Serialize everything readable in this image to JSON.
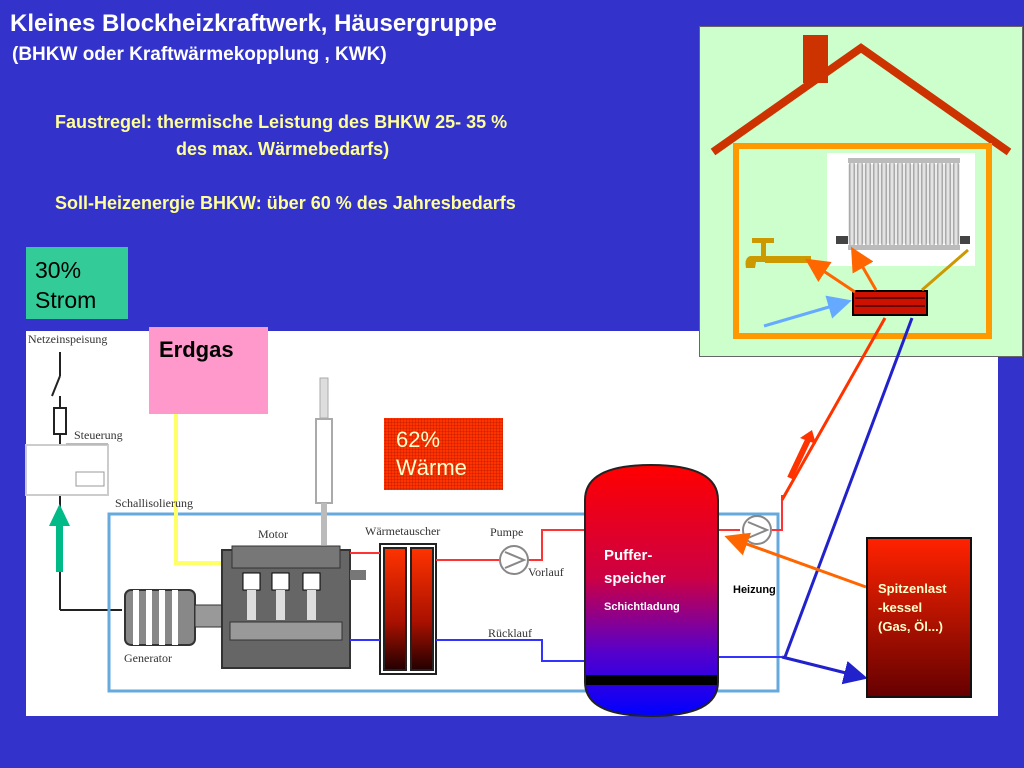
{
  "header": {
    "title": "Kleines Blockheizkraftwerk, Häusergruppe",
    "subtitle": "(BHKW oder Kraftwärmekopplung , KWK)"
  },
  "rules": {
    "line1": "Faustregel: thermische Leistung des BHKW 25- 35 %",
    "line2": "des max. Wärmebedarfs)",
    "line3": "Soll-Heizenergie BHKW: über 60 % des Jahresbedarfs"
  },
  "boxes": {
    "strom_pct": "30%",
    "strom_label": "Strom",
    "erdgas": "Erdgas",
    "waerme_pct": "62%",
    "waerme_label": "Wärme"
  },
  "diagram": {
    "netzeinspeisung": "Netzeinspeisung",
    "steuerung": "Steuerung",
    "schallisolierung": "Schallisolierung",
    "motor": "Motor",
    "waermetauscher": "Wärmetauscher",
    "pumpe": "Pumpe",
    "vorlauf": "Vorlauf",
    "ruecklauf": "Rücklauf",
    "generator": "Generator",
    "heizung": "Heizung"
  },
  "speicher": {
    "line1": "Puffer-",
    "line2": "speicher",
    "line3": "Schichtladung"
  },
  "kessel": {
    "line1": "Spitzenlast",
    "line2": "-kessel",
    "line3": "(Gas, Öl...)"
  },
  "colors": {
    "background": "#3333cc",
    "white_panel": "#ffffff",
    "house_panel": "#ccffcc",
    "strom": "#33cc99",
    "erdgas": "#ff99cc",
    "waerme": "#ff3300",
    "roof": "#cc3300",
    "house_wall": "#ff9900"
  }
}
